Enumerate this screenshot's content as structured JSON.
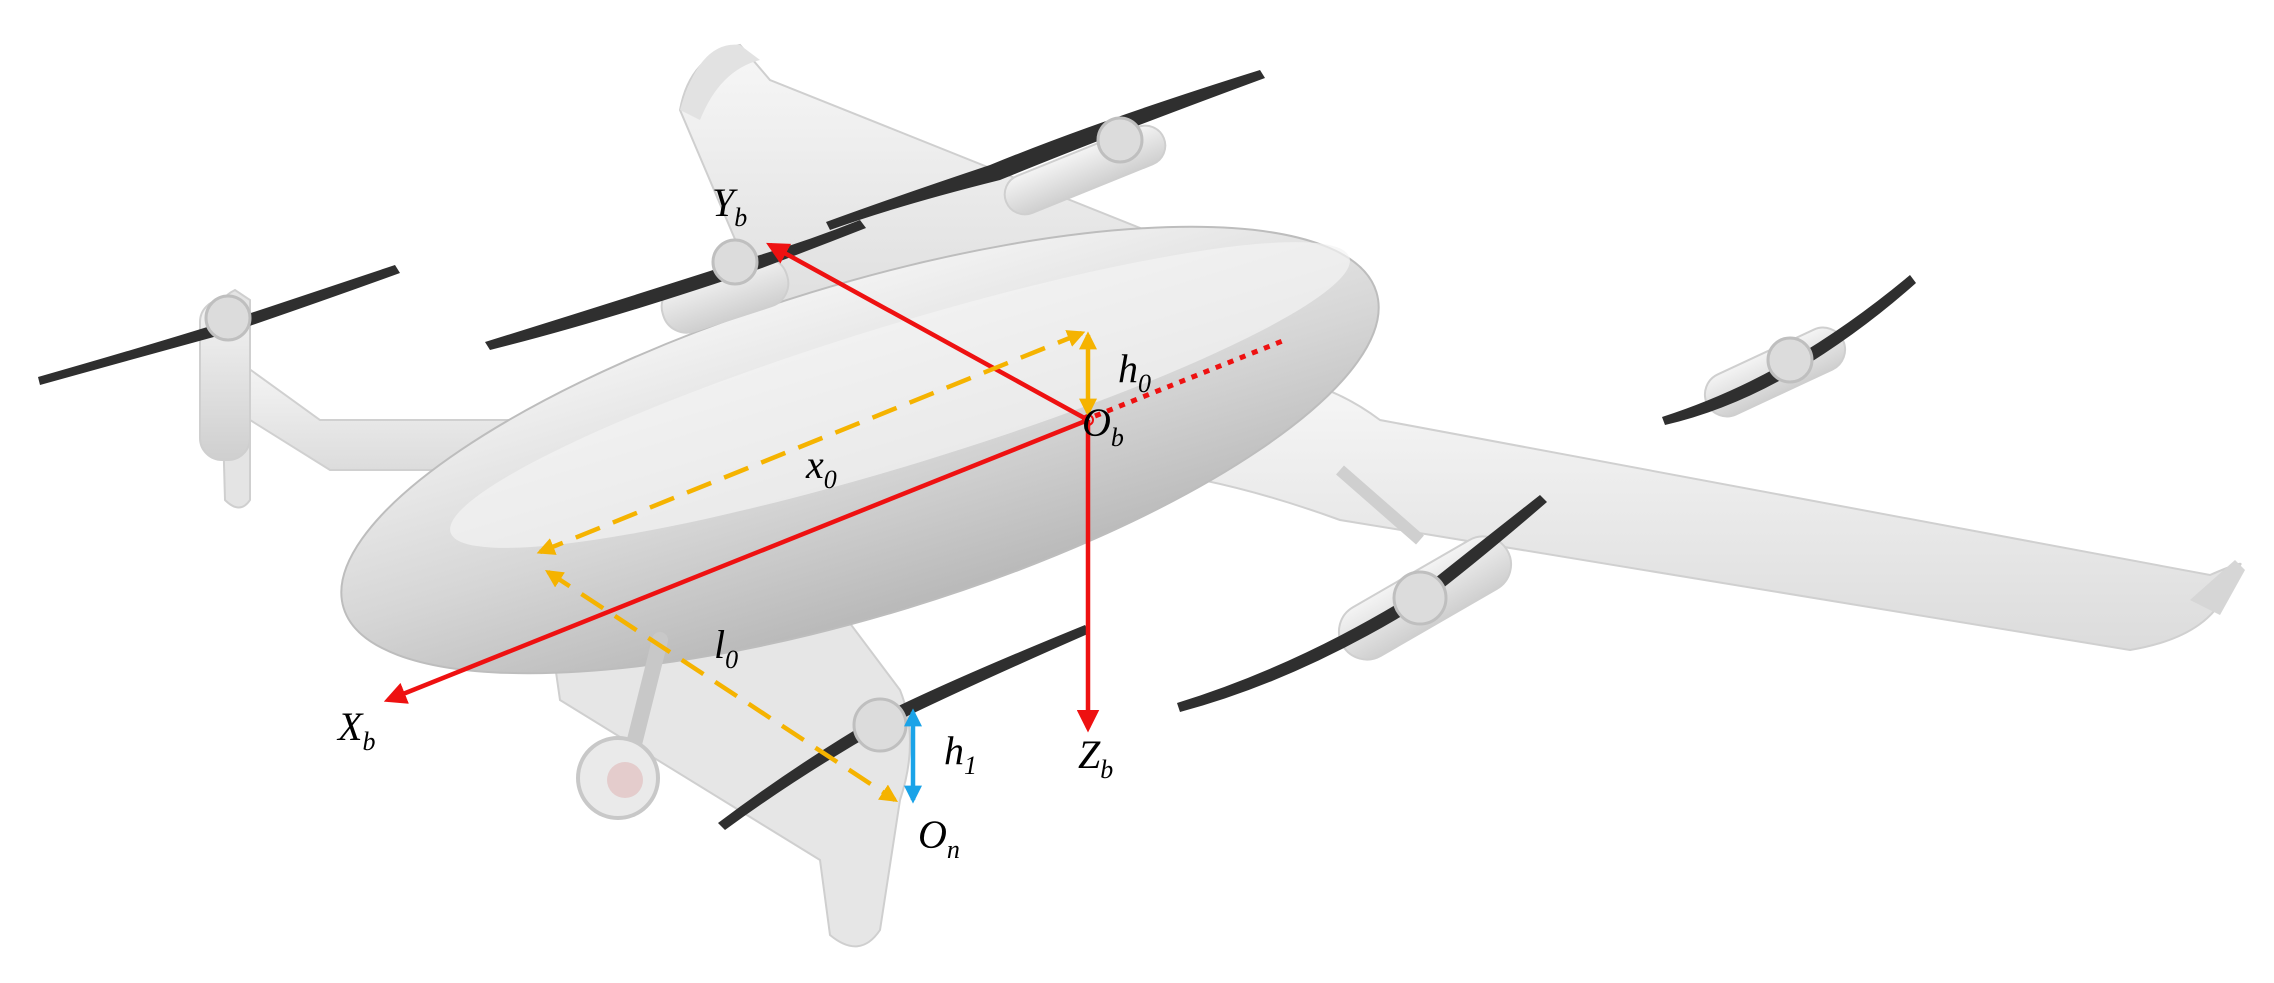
{
  "diagram": {
    "labels": {
      "x_axis": {
        "main": "X",
        "sub": "b"
      },
      "y_axis": {
        "main": "Y",
        "sub": "b"
      },
      "z_axis": {
        "main": "Z",
        "sub": "b"
      },
      "origin_body": {
        "main": "O",
        "sub": "b"
      },
      "origin_nacelle": {
        "main": "O",
        "sub": "n"
      },
      "h0": {
        "main": "h",
        "sub": "0"
      },
      "h1": {
        "main": "h",
        "sub": "1"
      },
      "x0": {
        "main": "x",
        "sub": "0"
      },
      "l0": {
        "main": "l",
        "sub": "0"
      }
    },
    "colors": {
      "axis": "#ee1111",
      "dimension": "#f5b300",
      "h1_arrow": "#1aa3e8",
      "body_fill": "#e9e9e9",
      "body_shadow": "#c4c4c4",
      "propeller": "#2f2f2f"
    }
  }
}
